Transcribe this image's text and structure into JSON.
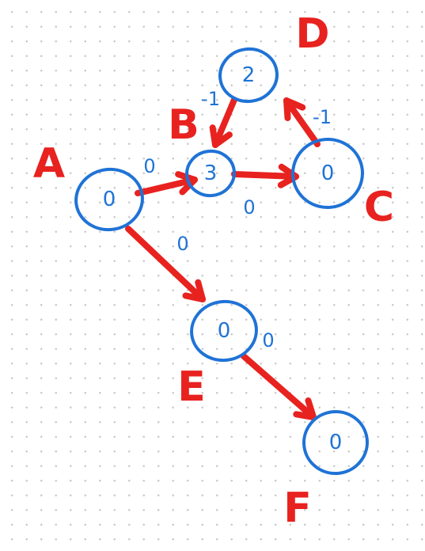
{
  "colors": {
    "node": "#1f73d6",
    "edge": "#e8221f",
    "label": "#e8221f",
    "dots": "#c9c9c9"
  },
  "nodes": [
    {
      "id": "A",
      "label": "A",
      "value": "0"
    },
    {
      "id": "B",
      "label": "B",
      "value": "3"
    },
    {
      "id": "C",
      "label": "C",
      "value": "0"
    },
    {
      "id": "D",
      "label": "D",
      "value": "2"
    },
    {
      "id": "E",
      "label": "E",
      "value": "0"
    },
    {
      "id": "F",
      "label": "F",
      "value": "0"
    }
  ],
  "edges": [
    {
      "from": "A",
      "to": "B",
      "weight": "0"
    },
    {
      "from": "B",
      "to": "C",
      "weight": "0"
    },
    {
      "from": "C",
      "to": "D",
      "weight": "-1"
    },
    {
      "from": "D",
      "to": "B",
      "weight": "-1"
    },
    {
      "from": "A",
      "to": "E",
      "weight": "0"
    },
    {
      "from": "E",
      "to": "F",
      "weight": "0"
    }
  ]
}
